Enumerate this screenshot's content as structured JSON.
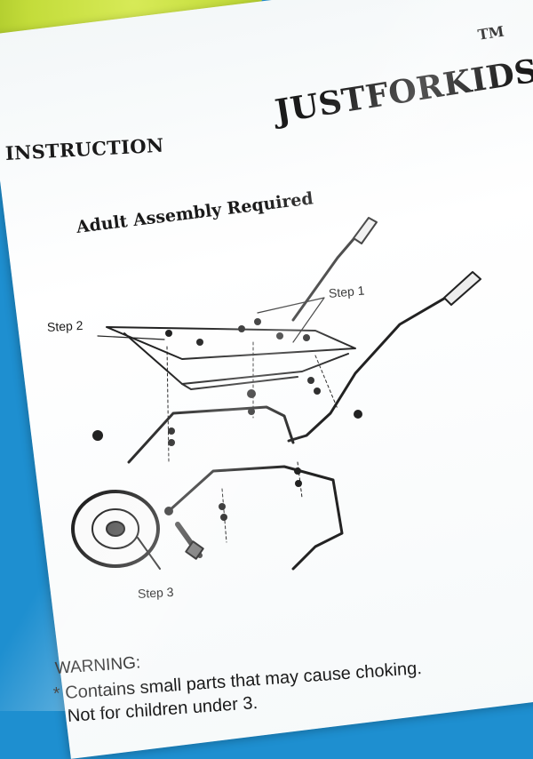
{
  "brand": {
    "name": "JUSTFORKIDS",
    "trademark": "TM"
  },
  "sheet": {
    "heading": "INSTRUCTION",
    "subtitle": "Adult Assembly Required"
  },
  "diagram": {
    "step1": "Step 1",
    "step2": "Step 2",
    "step3": "Step 3"
  },
  "warning": {
    "title": "WARNING:",
    "line1": "* Contains small parts that may cause choking.",
    "line2": "Not for children under 3."
  },
  "colors": {
    "package_blue": "#1e8fd0",
    "tire_green": "#c3dc3a",
    "paper": "#ffffff",
    "ink": "#1a1a1a"
  }
}
